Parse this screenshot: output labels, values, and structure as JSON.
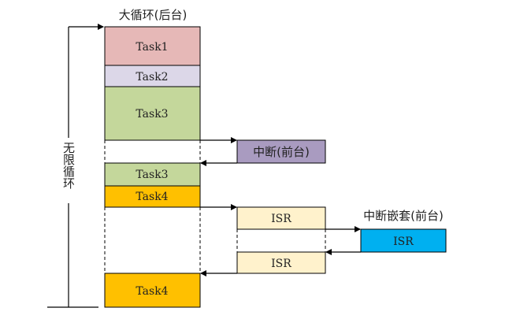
{
  "title": "大循环(后台)",
  "loop_label": "无限循环",
  "nested_label": "中断嵌套(前台)",
  "blocks": {
    "task1": {
      "label": "Task1",
      "color": "#e6b8b7"
    },
    "task2": {
      "label": "Task2",
      "color": "#dcd7e8"
    },
    "task3a": {
      "label": "Task3",
      "color": "#c4d79b"
    },
    "task3b": {
      "label": "Task3",
      "color": "#c4d79b"
    },
    "task4a": {
      "label": "Task4",
      "color": "#ffc000"
    },
    "task4b": {
      "label": "Task4",
      "color": "#ffc000"
    },
    "interrupt": {
      "label": "中断(前台)",
      "color": "#a99bc0"
    },
    "isr1": {
      "label": "ISR",
      "color": "#fff2cc"
    },
    "isr2": {
      "label": "ISR",
      "color": "#fff2cc"
    },
    "isr_nested": {
      "label": "ISR",
      "color": "#00b0f0"
    }
  }
}
